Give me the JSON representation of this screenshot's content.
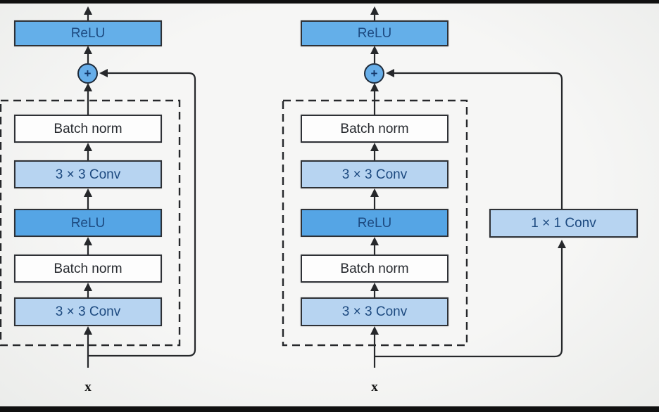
{
  "colors": {
    "background": "#f6f6f5",
    "letterbox": "#101010",
    "line": "#26282b",
    "box_border": "#2e3136",
    "relu_fill": "#55a5e5",
    "relu_output_fill": "#64afe9",
    "conv_fill": "#b7d4f1",
    "bn_fill": "#fdfdfd",
    "add_fill": "#67aee9",
    "label_blue": "#1d4a80",
    "label_dark": "#26292e"
  },
  "left_block": {
    "output_label": "ReLU",
    "add_symbol": "+",
    "layers": [
      "Batch norm",
      "3 × 3 Conv",
      "ReLU",
      "Batch norm",
      "3 × 3 Conv"
    ],
    "input_label": "x"
  },
  "right_block": {
    "output_label": "ReLU",
    "add_symbol": "+",
    "layers": [
      "Batch norm",
      "3 × 3 Conv",
      "ReLU",
      "Batch norm",
      "3 × 3 Conv"
    ],
    "shortcut_label": "1 × 1 Conv",
    "input_label": "x"
  }
}
